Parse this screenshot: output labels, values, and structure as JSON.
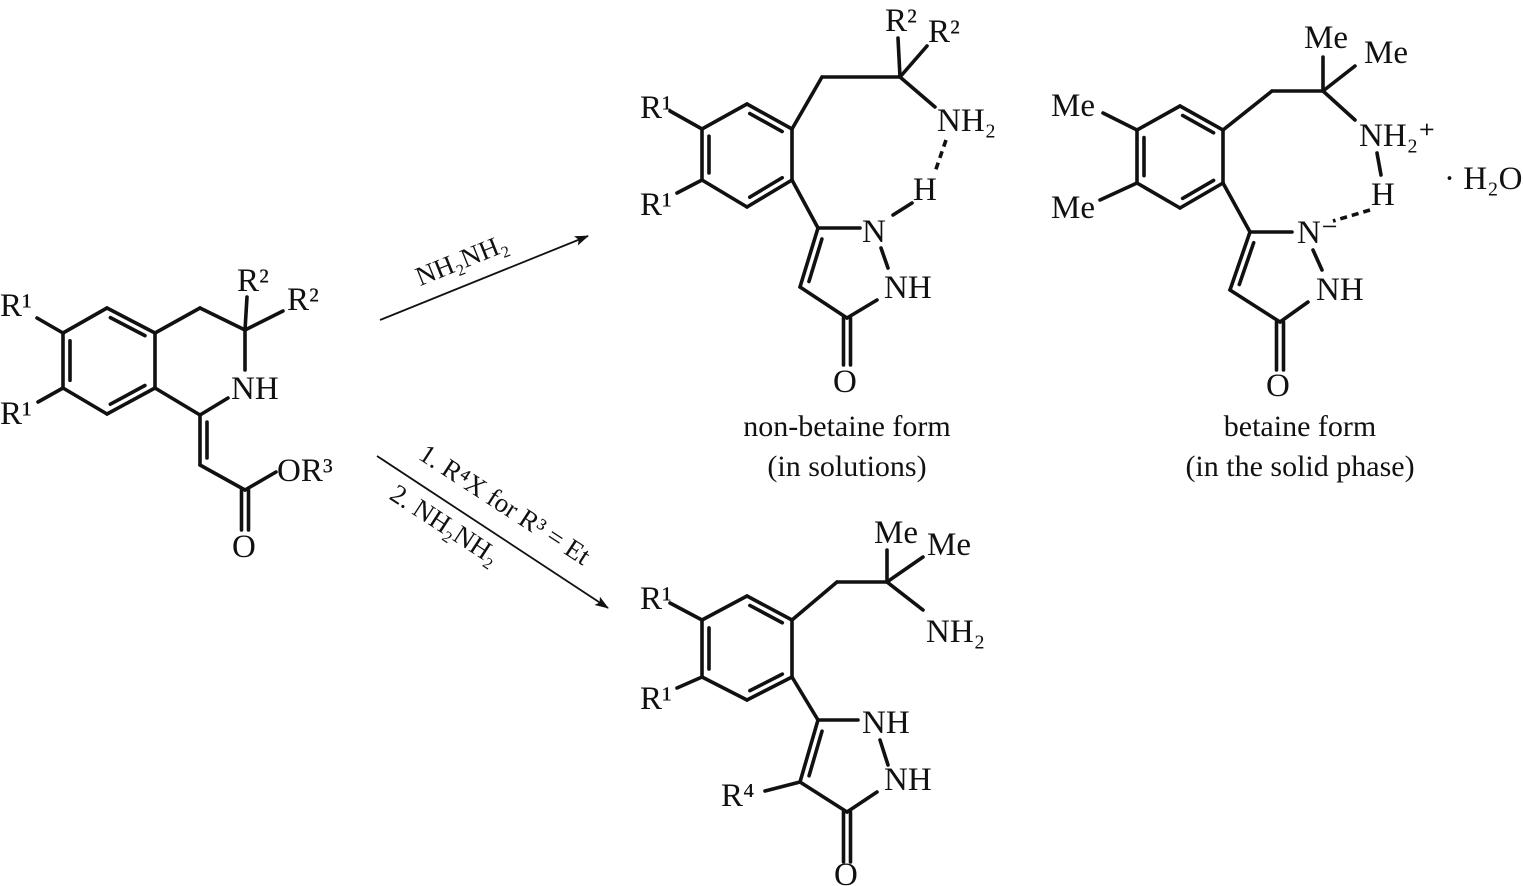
{
  "starting_material": {
    "r1_top": "R¹",
    "r1_bottom": "R¹",
    "r2_top": "R²",
    "r2_right": "R²",
    "nh": "NH",
    "or3": "OR³",
    "o": "O"
  },
  "reaction_top": {
    "reagent": "NH₂NH₂"
  },
  "reaction_bottom": {
    "step1": "1. R⁴X for R³ = Et",
    "step2": "2. NH₂NH₂"
  },
  "product_nonbetaine": {
    "r1_top": "R¹",
    "r1_bottom": "R¹",
    "r2_top": "R²",
    "r2_right": "R²",
    "nh2": "NH₂",
    "h": "H",
    "n": "N",
    "nh": "NH",
    "o": "O",
    "caption_line1": "non-betaine form",
    "caption_line2": "(in solutions)"
  },
  "product_betaine": {
    "me_ring_top": "Me",
    "me_ring_bottom": "Me",
    "me_top": "Me",
    "me_right": "Me",
    "nh2_plus": "NH₂⁺",
    "h": "H",
    "n_minus": "N⁻",
    "nh": "NH",
    "o": "O",
    "hydrate": "· H₂O",
    "caption_line1": "betaine form",
    "caption_line2": "(in the solid phase)"
  },
  "product_r4": {
    "r1_top": "R¹",
    "r1_bottom": "R¹",
    "me_top": "Me",
    "me_right": "Me",
    "nh2": "NH₂",
    "nh1": "NH",
    "nh2_ring": "NH",
    "r4": "R⁴",
    "o": "O"
  }
}
